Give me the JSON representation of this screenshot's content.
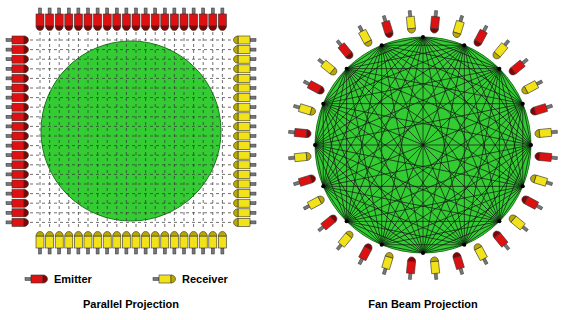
{
  "diagram": {
    "labels": [
      "Parallel Projection",
      "Fan Beam Projection"
    ],
    "legend": [
      {
        "text": "Emitter"
      },
      {
        "text": "Receiver"
      }
    ]
  }
}
